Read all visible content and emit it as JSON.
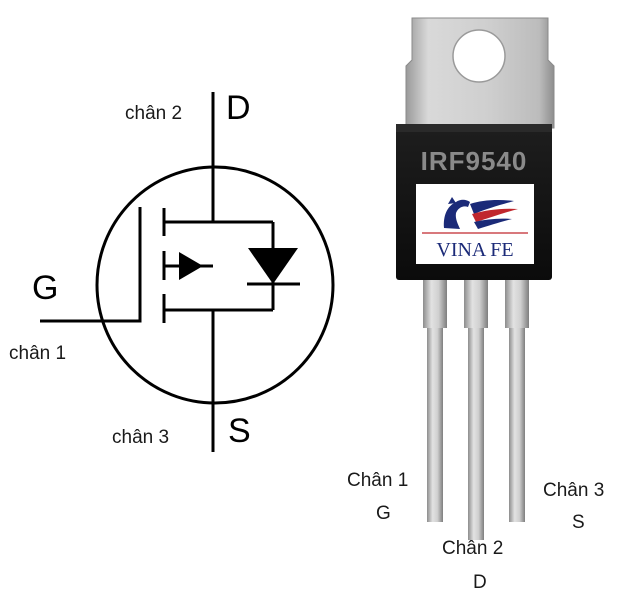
{
  "symbol": {
    "pin_d_letter": "D",
    "pin_g_letter": "G",
    "pin_s_letter": "S",
    "pin_d_caption": "chân 2",
    "pin_g_caption": "chân 1",
    "pin_s_caption": "chân 3"
  },
  "package": {
    "part_number": "IRF9540",
    "logo_text": "VINA FE",
    "pins": [
      {
        "caption": "Chân 1",
        "letter": "G"
      },
      {
        "caption": "Chân 2",
        "letter": "D"
      },
      {
        "caption": "Chân 3",
        "letter": "S"
      }
    ]
  },
  "colors": {
    "line": "#000000",
    "tab_metal": "#c8c8c8",
    "body_black": "#111111",
    "part_text": "#8a8a8a",
    "logo_blue": "#1b2a78",
    "logo_red": "#c0272d",
    "leg_metal": "#bdbdbd"
  }
}
